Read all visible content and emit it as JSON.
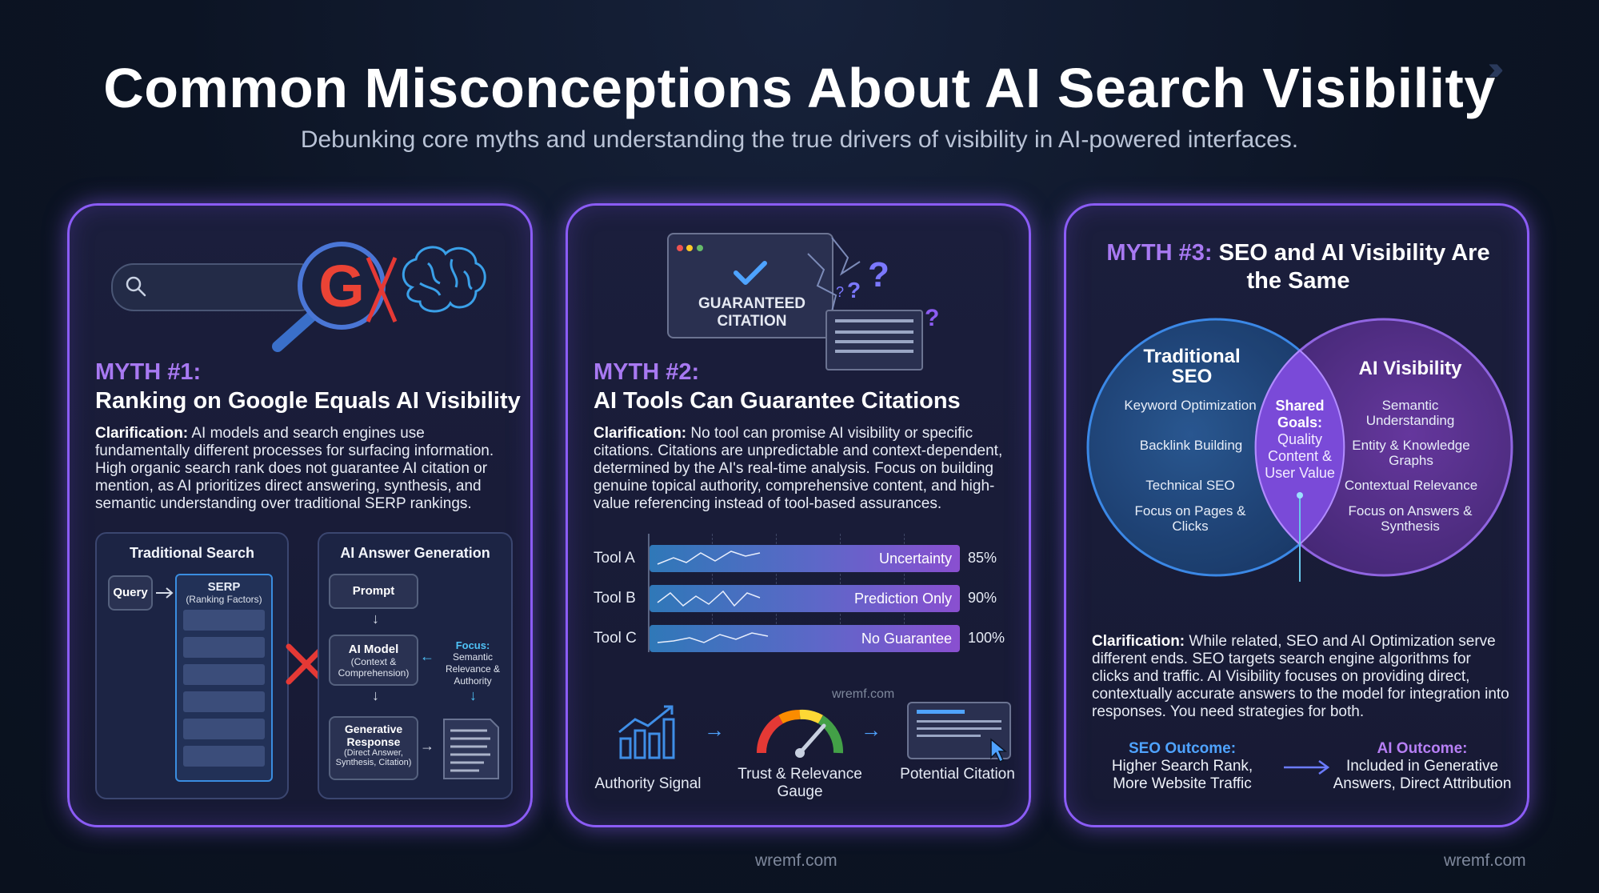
{
  "header": {
    "title": "Common Misconceptions About AI Search Visibility",
    "subtitle": "Debunking core myths and understanding the true drivers of visibility in AI-powered interfaces."
  },
  "myth1": {
    "number": "MYTH #1:",
    "title": "Ranking on Google Equals AI Visibility",
    "clarification_label": "Clarification:",
    "clarification": " AI models and search engines use fundamentally different processes for surfacing information. High organic search rank does not guarantee AI citation or mention, as AI prioritizes direct answering, synthesis, and semantic understanding over traditional SERP rankings.",
    "traditional": {
      "title": "Traditional Search",
      "query": "Query",
      "serp": "SERP",
      "serp_sub": "(Ranking Factors)"
    },
    "ai": {
      "title": "AI Answer Generation",
      "prompt": "Prompt",
      "model": "AI Model",
      "model_sub": "(Context & Comprehension)",
      "focus_label": "Focus:",
      "focus_text": "Semantic Relevance & Authority",
      "response": "Generative Response",
      "response_sub": "(Direct Answer, Synthesis, Citation)"
    }
  },
  "myth2": {
    "number": "MYTH #2:",
    "title": "AI Tools Can Guarantee Citations",
    "badge_line1": "GUARANTEED",
    "badge_line2": "CITATION",
    "clarification_label": "Clarification:",
    "clarification": " No tool can promise AI visibility or specific citations. Citations are unpredictable and context-dependent, determined by the AI's real-time analysis. Focus on building genuine topical authority, comprehensive content, and high-value referencing instead of tool-based assurances.",
    "tools": [
      {
        "name": "Tool A",
        "label": "Uncertainty",
        "percent": "85%",
        "value": 85
      },
      {
        "name": "Tool B",
        "label": "Prediction Only",
        "percent": "90%",
        "value": 90
      },
      {
        "name": "Tool C",
        "label": "No Guarantee",
        "percent": "100%",
        "value": 100
      }
    ],
    "flow": {
      "authority": "Authority Signal",
      "gauge": "Trust & Relevance Gauge",
      "citation": "Potential Citation",
      "watermark": "wremf.com"
    }
  },
  "myth3": {
    "number": "MYTH #3:",
    "title": "SEO and AI Visibility Are the Same",
    "seo_title": "Traditional SEO",
    "seo_items": [
      "Keyword Optimization",
      "Backlink Building",
      "Technical SEO",
      "Focus on Pages & Clicks"
    ],
    "ai_title": "AI Visibility",
    "ai_items": [
      "Semantic Understanding",
      "Entity & Knowledge Graphs",
      "Contextual Relevance",
      "Focus on Answers & Synthesis"
    ],
    "shared_label": "Shared Goals:",
    "shared_text": "Quality Content & User Value",
    "clarification_label": "Clarification:",
    "clarification": " While related, SEO and AI Optimization serve different ends. SEO targets search engine algorithms for clicks and traffic. AI Visibility focuses on providing direct, contextually accurate answers to the model for integration into responses. You need strategies for both.",
    "seo_outcome_label": "SEO Outcome:",
    "seo_outcome": "Higher Search Rank, More Website Traffic",
    "ai_outcome_label": "AI Outcome:",
    "ai_outcome": "Included in Generative Answers, Direct Attribution"
  },
  "footer": {
    "watermark_center": "wremf.com",
    "watermark_right": "wremf.com"
  },
  "colors": {
    "accent_purple": "#a879f2",
    "card_border": "#8b5cf6",
    "seo_blue": "#2f6fb0",
    "ai_purple": "#7a3fb3",
    "outcome_blue": "#4fa3ff",
    "error_red": "#e53935"
  }
}
